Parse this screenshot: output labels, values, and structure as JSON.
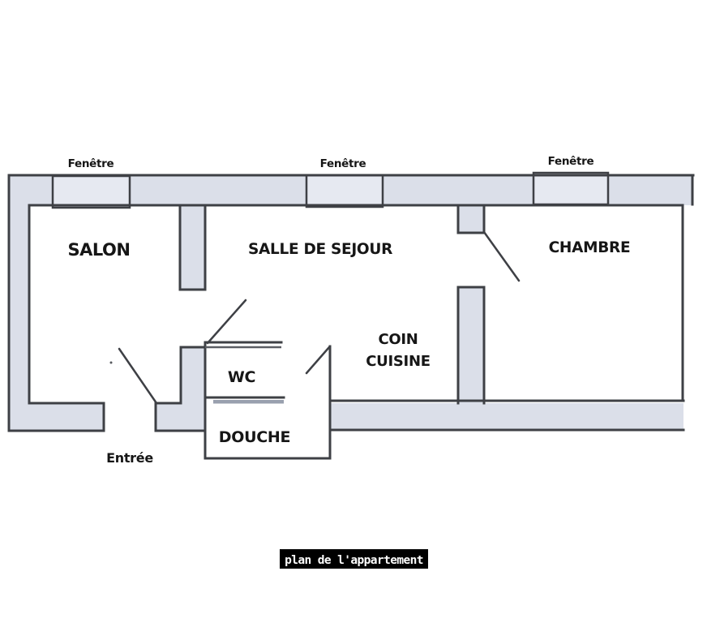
{
  "plan": {
    "fenetres": [
      "Fenêtre",
      "Fenêtre",
      "Fenêtre"
    ],
    "rooms": {
      "salon": "SALON",
      "sejour": "SALLE DE SEJOUR",
      "chambre": "CHAMBRE",
      "coin_cuisine_line1": "COIN",
      "coin_cuisine_line2": "CUISINE",
      "wc": "WC",
      "douche": "DOUCHE",
      "entree": "Entrée"
    }
  },
  "caption": {
    "text": "plan de l'appartement"
  },
  "colors": {
    "wall_fill": "#dbdfe9",
    "window_fill": "#e6e9f1",
    "outline": "#3e4045",
    "outline_soft": "#5a5d63",
    "divider_bar": "#99a0ae",
    "label_text": "#161616",
    "caption_bg": "#000000",
    "caption_text": "#ffffff"
  }
}
